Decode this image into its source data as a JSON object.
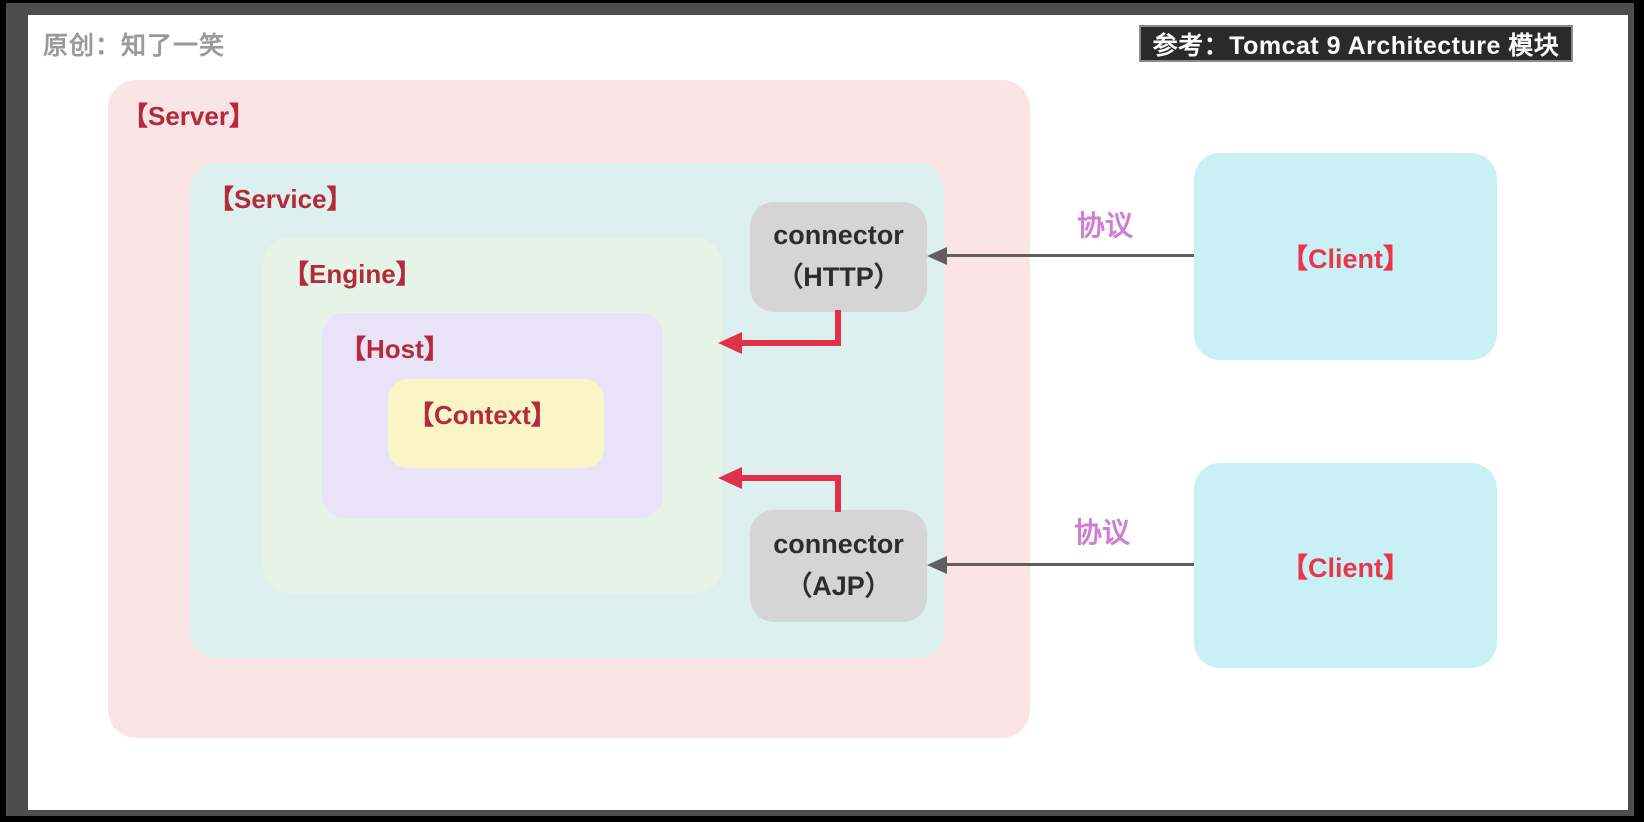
{
  "credit": "原创：知了一笑",
  "reference_badge": "参考：Tomcat 9 Architecture 模块",
  "diagram": {
    "server_label": "【Server】",
    "service_label": "【Service】",
    "engine_label": "【Engine】",
    "host_label": "【Host】",
    "context_label": "【Context】",
    "connector_http": {
      "line1": "connector",
      "line2": "（HTTP）"
    },
    "connector_ajp": {
      "line1": "connector",
      "line2": "（AJP）"
    },
    "client_top_label": "【Client】",
    "client_bottom_label": "【Client】",
    "protocol_top": "协议",
    "protocol_bottom": "协议"
  },
  "colors": {
    "server_bg": "#fae4e6",
    "service_bg": "#ddf0ee",
    "engine_bg": "#e6f3e7",
    "host_bg": "#e9e3f8",
    "context_bg": "#faf5c7",
    "connector_bg": "#d5d5d5",
    "client_bg": "#c9f0f5",
    "container_label_text": "#b4293c",
    "client_label_text": "#e8374d",
    "protocol_label_text": "#cf7ed6",
    "red_arrow": "#e0314b",
    "gray_arrow": "#5f5f5f",
    "credit_text": "#9a9a9a",
    "badge_bg": "#2a2a2a",
    "frame_border": "#4d4d4d"
  }
}
